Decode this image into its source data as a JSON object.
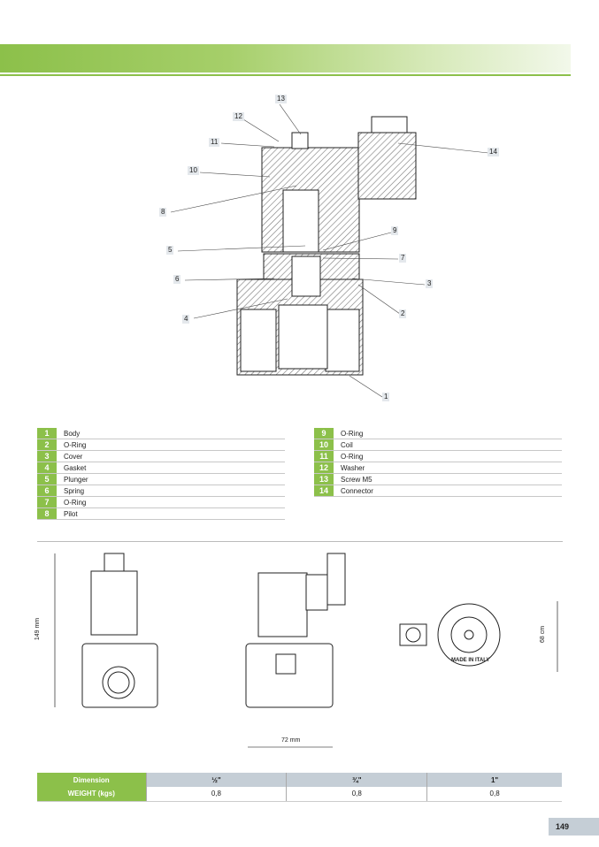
{
  "diagram": {
    "callouts": [
      "13",
      "12",
      "11",
      "10",
      "8",
      "5",
      "6",
      "4",
      "14",
      "9",
      "7",
      "3",
      "2",
      "1"
    ]
  },
  "parts_left": [
    {
      "num": "1",
      "label": "Body"
    },
    {
      "num": "2",
      "label": "O-Ring"
    },
    {
      "num": "3",
      "label": "Cover"
    },
    {
      "num": "4",
      "label": "Gasket"
    },
    {
      "num": "5",
      "label": "Plunger"
    },
    {
      "num": "6",
      "label": "Spring"
    },
    {
      "num": "7",
      "label": "O-Ring"
    },
    {
      "num": "8",
      "label": "Pilot"
    }
  ],
  "parts_right": [
    {
      "num": "9",
      "label": "O-Ring"
    },
    {
      "num": "10",
      "label": "Coil"
    },
    {
      "num": "11",
      "label": "O-Ring"
    },
    {
      "num": "12",
      "label": "Washer"
    },
    {
      "num": "13",
      "label": "Screw M5"
    },
    {
      "num": "14",
      "label": "Connector"
    }
  ],
  "dimensions": {
    "height": "149 mm",
    "width": "72 mm",
    "depth": "68 cm",
    "stamp": "MADE IN ITALY"
  },
  "spec_table": {
    "header": [
      "Dimension",
      "½\"",
      "¾\"",
      "1\""
    ],
    "row": [
      "WEIGHT (kgs)",
      "0,8",
      "0,8",
      "0,8"
    ]
  },
  "page_number": "149",
  "colors": {
    "accent": "#8cc04a",
    "gray": "#c5ced6"
  }
}
